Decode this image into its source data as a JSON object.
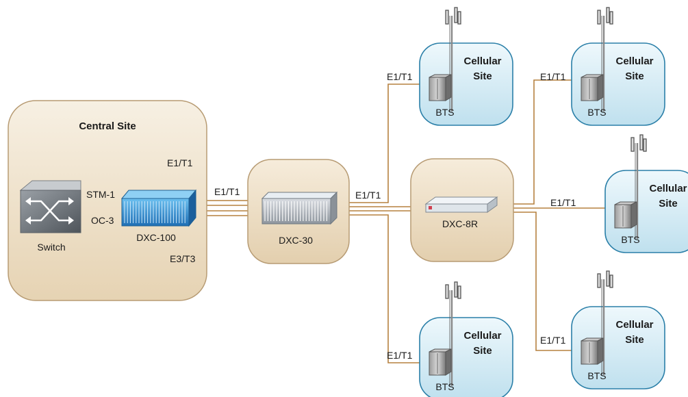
{
  "central_site": {
    "title": "Central Site",
    "switch_label": "Switch",
    "stm1_label": "STM-1",
    "oc3_label": "OC-3",
    "dxc100_label": "DXC-100",
    "out_e1t1_label": "E1/T1",
    "out_e3t3_label": "E3/T3"
  },
  "link_central_to_dxc30": "E1/T1",
  "dxc30": {
    "label": "DXC-30",
    "out_label": "E1/T1"
  },
  "dxc8r": {
    "label": "DXC-8R"
  },
  "cell_sites": [
    {
      "title_line1": "Cellular",
      "title_line2": "Site",
      "bts_label": "BTS",
      "link_label": "E1/T1"
    },
    {
      "title_line1": "Cellular",
      "title_line2": "Site",
      "bts_label": "BTS",
      "link_label": "E1/T1"
    },
    {
      "title_line1": "Cellular",
      "title_line2": "Site",
      "bts_label": "BTS",
      "link_label": "E1/T1"
    },
    {
      "title_line1": "Cellular",
      "title_line2": "Site",
      "bts_label": "BTS",
      "link_label": "E1/T1"
    },
    {
      "title_line1": "Cellular",
      "title_line2": "Site",
      "bts_label": "BTS",
      "link_label": "E1/T1"
    }
  ],
  "colors": {
    "link": "#b5803f",
    "central_fill": "#f0e6d4",
    "node_fill": "#efe1c8",
    "cell_fill": "#d6ecf5",
    "cell_stroke": "#2a7fa8",
    "dxc_blue": "#2f8fd6"
  }
}
